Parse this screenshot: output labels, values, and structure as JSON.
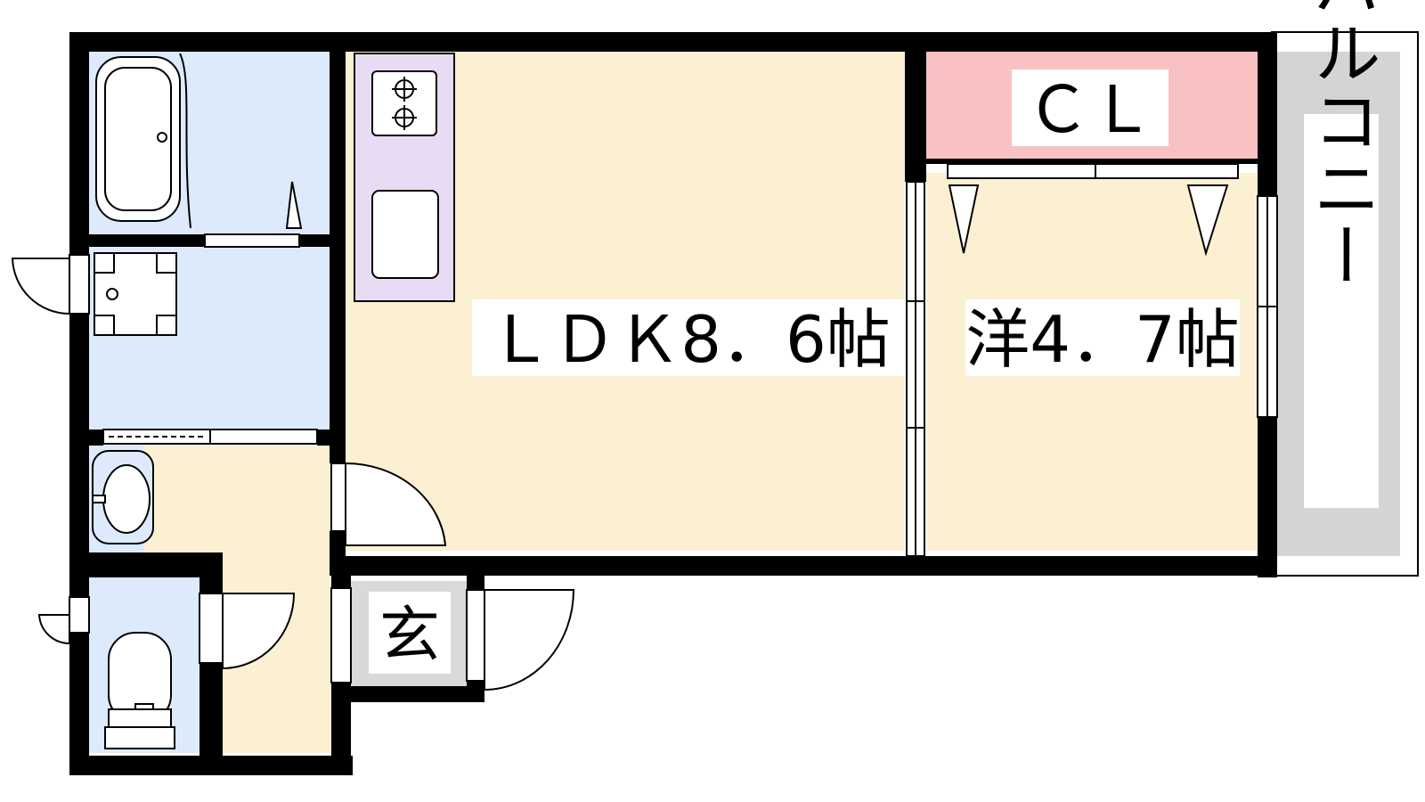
{
  "rooms": {
    "ldk": {
      "label": "ＬＤＫ8．6帖"
    },
    "western": {
      "label": "洋4．7帖"
    },
    "closet": {
      "label": "ＣＬ"
    },
    "entrance": {
      "label": "玄"
    },
    "balcony": {
      "label": "バルコニー"
    }
  },
  "colors": {
    "wall": "#000000",
    "living": "#FCF0D2",
    "wet_area": "#DCEAFC",
    "kitchen": "#E8DCF4",
    "closet": "#F9C2C2",
    "entrance": "#D9D9D9",
    "balcony": "#D4D4D4"
  }
}
